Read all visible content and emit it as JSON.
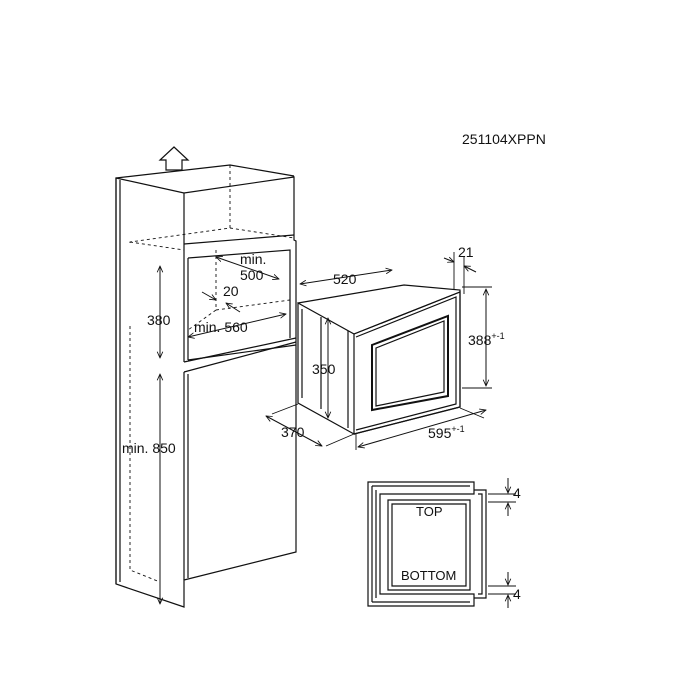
{
  "model_code": "251104XPPN",
  "dims": {
    "min_500": "min.\n500",
    "min_500_a": "min.",
    "min_500_b": "500",
    "d20": "20",
    "d380": "380",
    "min_560": "min. 560",
    "min_850": "min. 850",
    "d520": "520",
    "d21": "21",
    "d350": "350",
    "d388": "388",
    "d388_tol": "+-1",
    "d370": "370",
    "d595": "595",
    "d595_tol": "+-1",
    "d4_top": "4",
    "d4_bottom": "4"
  },
  "labels": {
    "top": "TOP",
    "bottom": "BOTTOM"
  }
}
